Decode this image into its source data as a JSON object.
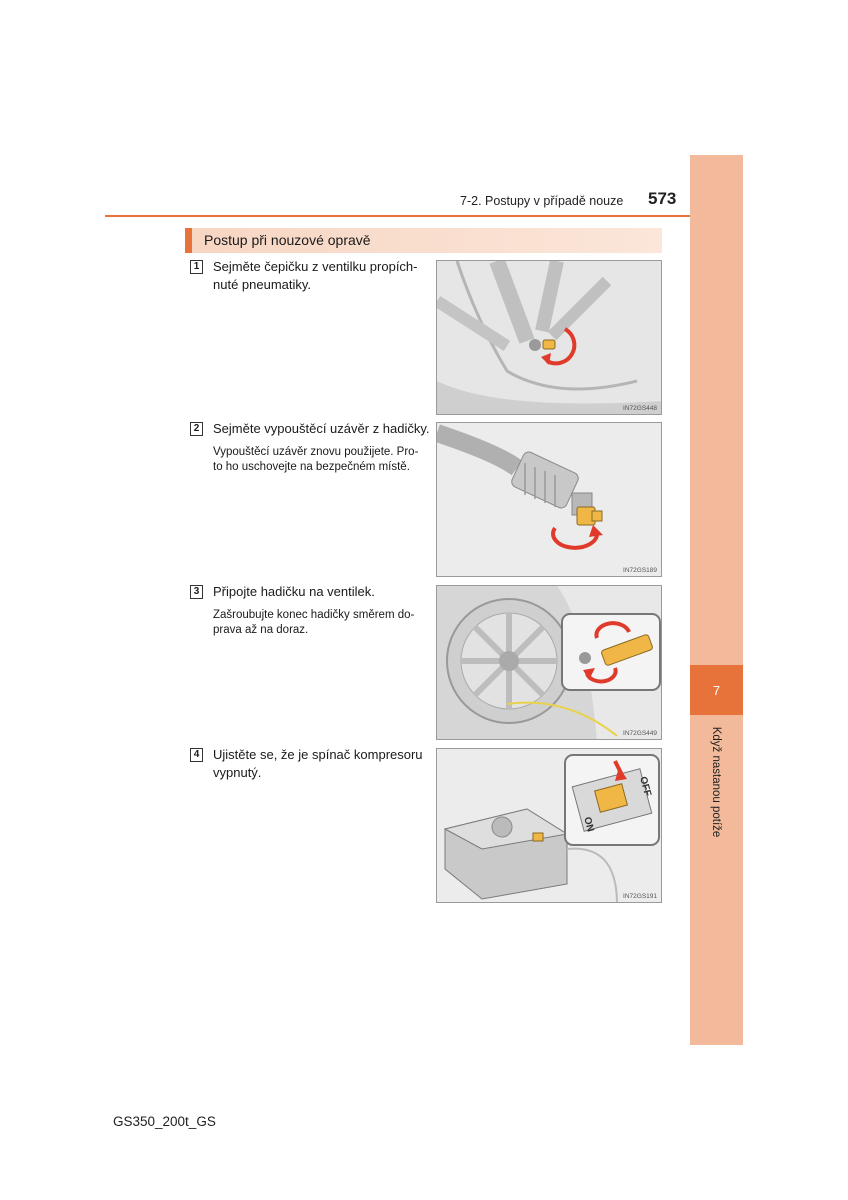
{
  "header": {
    "title": "7-2. Postupy v případě nouze",
    "page_number": "573"
  },
  "side_tab": {
    "chapter_number": "7",
    "chapter_label": "Když nastanou potíže"
  },
  "section": {
    "title": "Postup při nouzové opravě"
  },
  "steps": [
    {
      "number": "1",
      "text_line1": "Sejměte čepičku z ventilku propích-",
      "text_line2": "nuté pneumatiky.",
      "image_code": "IN72GS448"
    },
    {
      "number": "2",
      "text_line1": "Sejměte vypouštěcí uzávěr z hadičky.",
      "sub_line1": "Vypouštěcí uzávěr znovu použijete. Pro-",
      "sub_line2": "to ho uschovejte na bezpečném místě.",
      "image_code": "IN72GS189"
    },
    {
      "number": "3",
      "text_line1": "Připojte hadičku na ventilek.",
      "sub_line1": "Zašroubujte konec hadičky směrem do-",
      "sub_line2": "prava až na doraz.",
      "image_code": "IN72GS449"
    },
    {
      "number": "4",
      "text_line1": "Ujistěte se, že je spínač kompresoru",
      "text_line2": "vypnutý.",
      "image_code": "IN72GS191",
      "switch_on_label": "ON",
      "switch_off_label": "OFF"
    }
  ],
  "footer": {
    "model": "GS350_200t_GS"
  },
  "colors": {
    "accent": "#e8733a",
    "tab": "#f2b99a",
    "highlight": "#f0b646",
    "arrow": "#e03a2a"
  }
}
